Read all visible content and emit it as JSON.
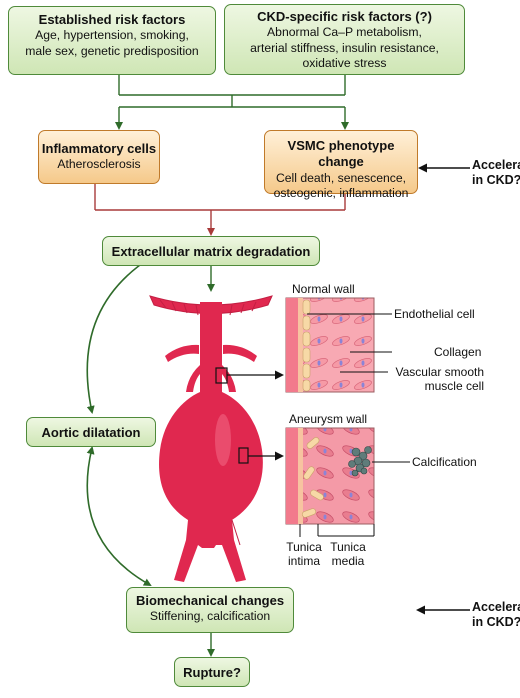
{
  "established": {
    "title": "Established risk factors",
    "line1": "Age, hypertension, smoking,",
    "line2": "male sex, genetic predisposition"
  },
  "ckd_specific": {
    "title": "CKD-specific risk factors (?)",
    "line1": "Abnormal Ca–P metabolism,",
    "line2": "arterial stiffness, insulin resistance,",
    "line3": "oxidative stress"
  },
  "inflammatory": {
    "title": "Inflammatory cells",
    "line1": "Atherosclerosis"
  },
  "vsmc": {
    "title": "VSMC phenotype change",
    "line1": "Cell death, senescence,",
    "line2": "osteogenic, inflammation"
  },
  "accelerated_1": {
    "line1": "Accelerated",
    "line2": "in CKD?"
  },
  "ecm": {
    "title": "Extracellular matrix degradation"
  },
  "normal_wall": {
    "title": "Normal wall",
    "endothelial": "Endothelial cell",
    "collagen": "Collagen",
    "vsmc_line1": "Vascular smooth",
    "vsmc_line2": "muscle cell"
  },
  "aortic_dilatation": {
    "title": "Aortic dilatation"
  },
  "aneurysm_wall": {
    "title": "Aneurysm wall",
    "calcification": "Calcification",
    "intima_line1": "Tunica",
    "intima_line2": "intima",
    "media_line1": "Tunica",
    "media_line2": "media"
  },
  "biomechanical": {
    "title": "Biomechanical changes",
    "line1": "Stiffening, calcification"
  },
  "accelerated_2": {
    "line1": "Accelerated",
    "line2": "in CKD?"
  },
  "rupture": {
    "title": "Rupture?"
  },
  "colors": {
    "green_border": "#4f8a3a",
    "orange_border": "#c07a2a",
    "aorta": "#e0284f",
    "wall_pink": "#f27a8c",
    "arrow_red": "#a83a3a"
  }
}
